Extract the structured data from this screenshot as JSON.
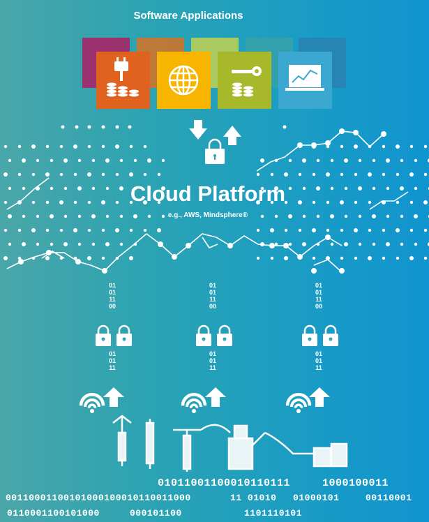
{
  "header": {
    "title": "Software Applications"
  },
  "apps": [
    {
      "name": "energy-cost-icon",
      "color": "#e0621f"
    },
    {
      "name": "globe-icon",
      "color": "#f7b500"
    },
    {
      "name": "maintenance-cost-icon",
      "color": "#a7b92a"
    },
    {
      "name": "analytics-laptop-icon",
      "color": "#3aa8d0"
    }
  ],
  "back_tiles": [
    "#b5145f",
    "#e26f1a",
    "#c9d54a",
    "#3aa3a8",
    "#2a7fb0"
  ],
  "cloud": {
    "title": "Cloud Platform",
    "subtitle": "e.g., AWS, Mindsphere®"
  },
  "channels": [
    {
      "upper_bits": [
        "01",
        "01",
        "11",
        "00"
      ],
      "lower_bits": [
        "01",
        "01",
        "11"
      ]
    },
    {
      "upper_bits": [
        "01",
        "01",
        "11",
        "00"
      ],
      "lower_bits": [
        "01",
        "01",
        "11"
      ]
    },
    {
      "upper_bits": [
        "01",
        "01",
        "11",
        "00"
      ],
      "lower_bits": [
        "01",
        "01",
        "11"
      ]
    }
  ],
  "binary_lines": {
    "line1a": "01011001100010110111",
    "line1b": "1000100011",
    "line2a": "00110001100101000100010110011000",
    "line2b": "11 01010",
    "line2c": "01000101",
    "line2d": "00110001",
    "line3a": "0110001100101000",
    "line3b": "000101100",
    "line3c": "1101110101"
  },
  "colors": {
    "accent_white": "#ffffff"
  }
}
